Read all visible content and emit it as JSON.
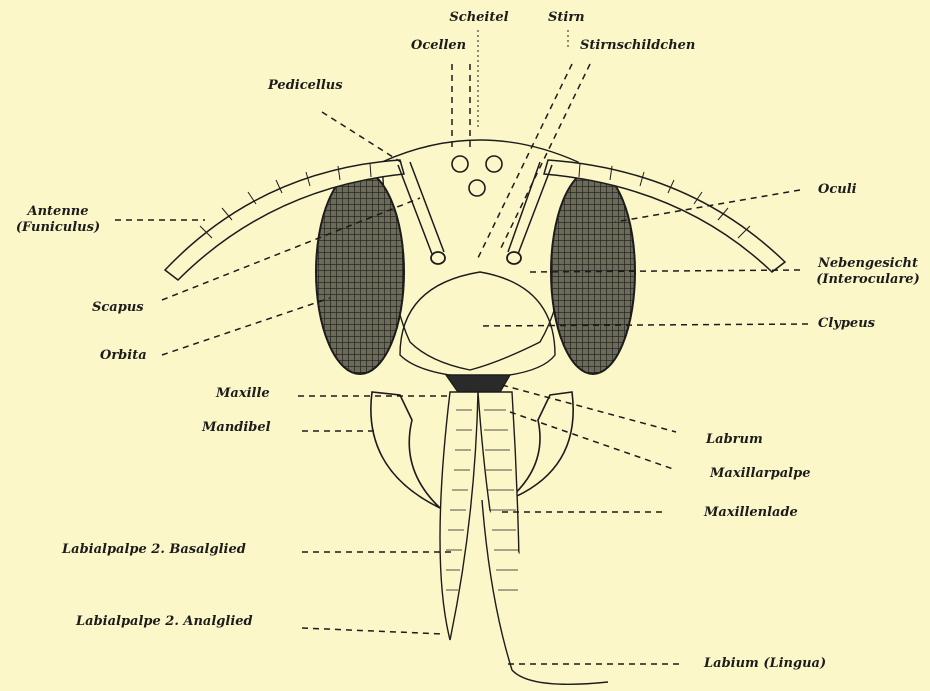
{
  "labels": {
    "scheitel": "Scheitel",
    "stirn": "Stirn",
    "ocellen": "Ocellen",
    "stirnschildchen": "Stirnschildchen",
    "pedicellus": "Pedicellus",
    "antenne_line1": "Antenne",
    "antenne_line2": "(Funiculus)",
    "oculi": "Oculi",
    "nebengesicht_line1": "Nebengesicht",
    "nebengesicht_line2": "(Interoculare)",
    "scapus": "Scapus",
    "clypeus": "Clypeus",
    "orbita": "Orbita",
    "maxille": "Maxille",
    "labrum": "Labrum",
    "mandibel": "Mandibel",
    "maxillarpalpe": "Maxillarpalpe",
    "maxillenlade": "Maxillenlade",
    "labialpalpe_basalglied": "Labialpalpe 2. Basalglied",
    "labialpalpe_analglied": "Labialpalpe 2. Analglied",
    "labium": "Labium (Lingua)"
  },
  "colors": {
    "paper": "#fbf7c9",
    "ink": "#1c1c1c"
  }
}
